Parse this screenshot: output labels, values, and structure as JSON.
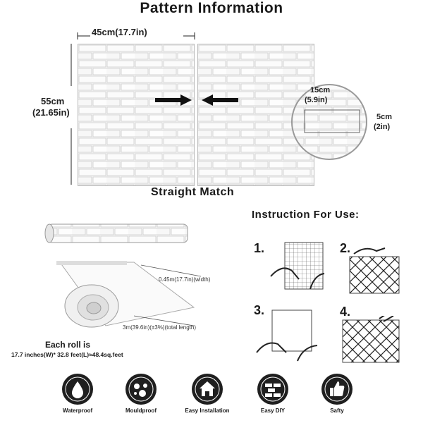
{
  "title": "Pattern Information",
  "pattern": {
    "width_label": "45cm(17.7in)",
    "height_cm": "55cm",
    "height_in": "(21.65in)",
    "match_label": "Straight Match",
    "zoom_width_cm": "15cm",
    "zoom_width_in": "(5.9in)",
    "zoom_height_cm": "5cm",
    "zoom_height_in": "(2in)"
  },
  "roll": {
    "width_label": "0.45m(17.7in)(width)",
    "length_label": "3m(39.6in)(±3%)(total length)",
    "each_roll_title": "Each roll is",
    "each_roll_detail": "17.7 inches(W)* 32.8 feet(L)≈48.4sq.feet"
  },
  "instruction": {
    "title": "Instruction For Use:",
    "steps": [
      "1.",
      "2.",
      "3.",
      "4."
    ]
  },
  "features": [
    {
      "label": "Waterproof",
      "icon": "water-drop-icon"
    },
    {
      "label": "Mouldproof",
      "icon": "mould-spores-icon"
    },
    {
      "label": "Easy Installation",
      "icon": "house-icon"
    },
    {
      "label": "Easy DIY",
      "icon": "brick-wall-icon"
    },
    {
      "label": "Safty",
      "icon": "thumbs-up-icon"
    }
  ]
}
